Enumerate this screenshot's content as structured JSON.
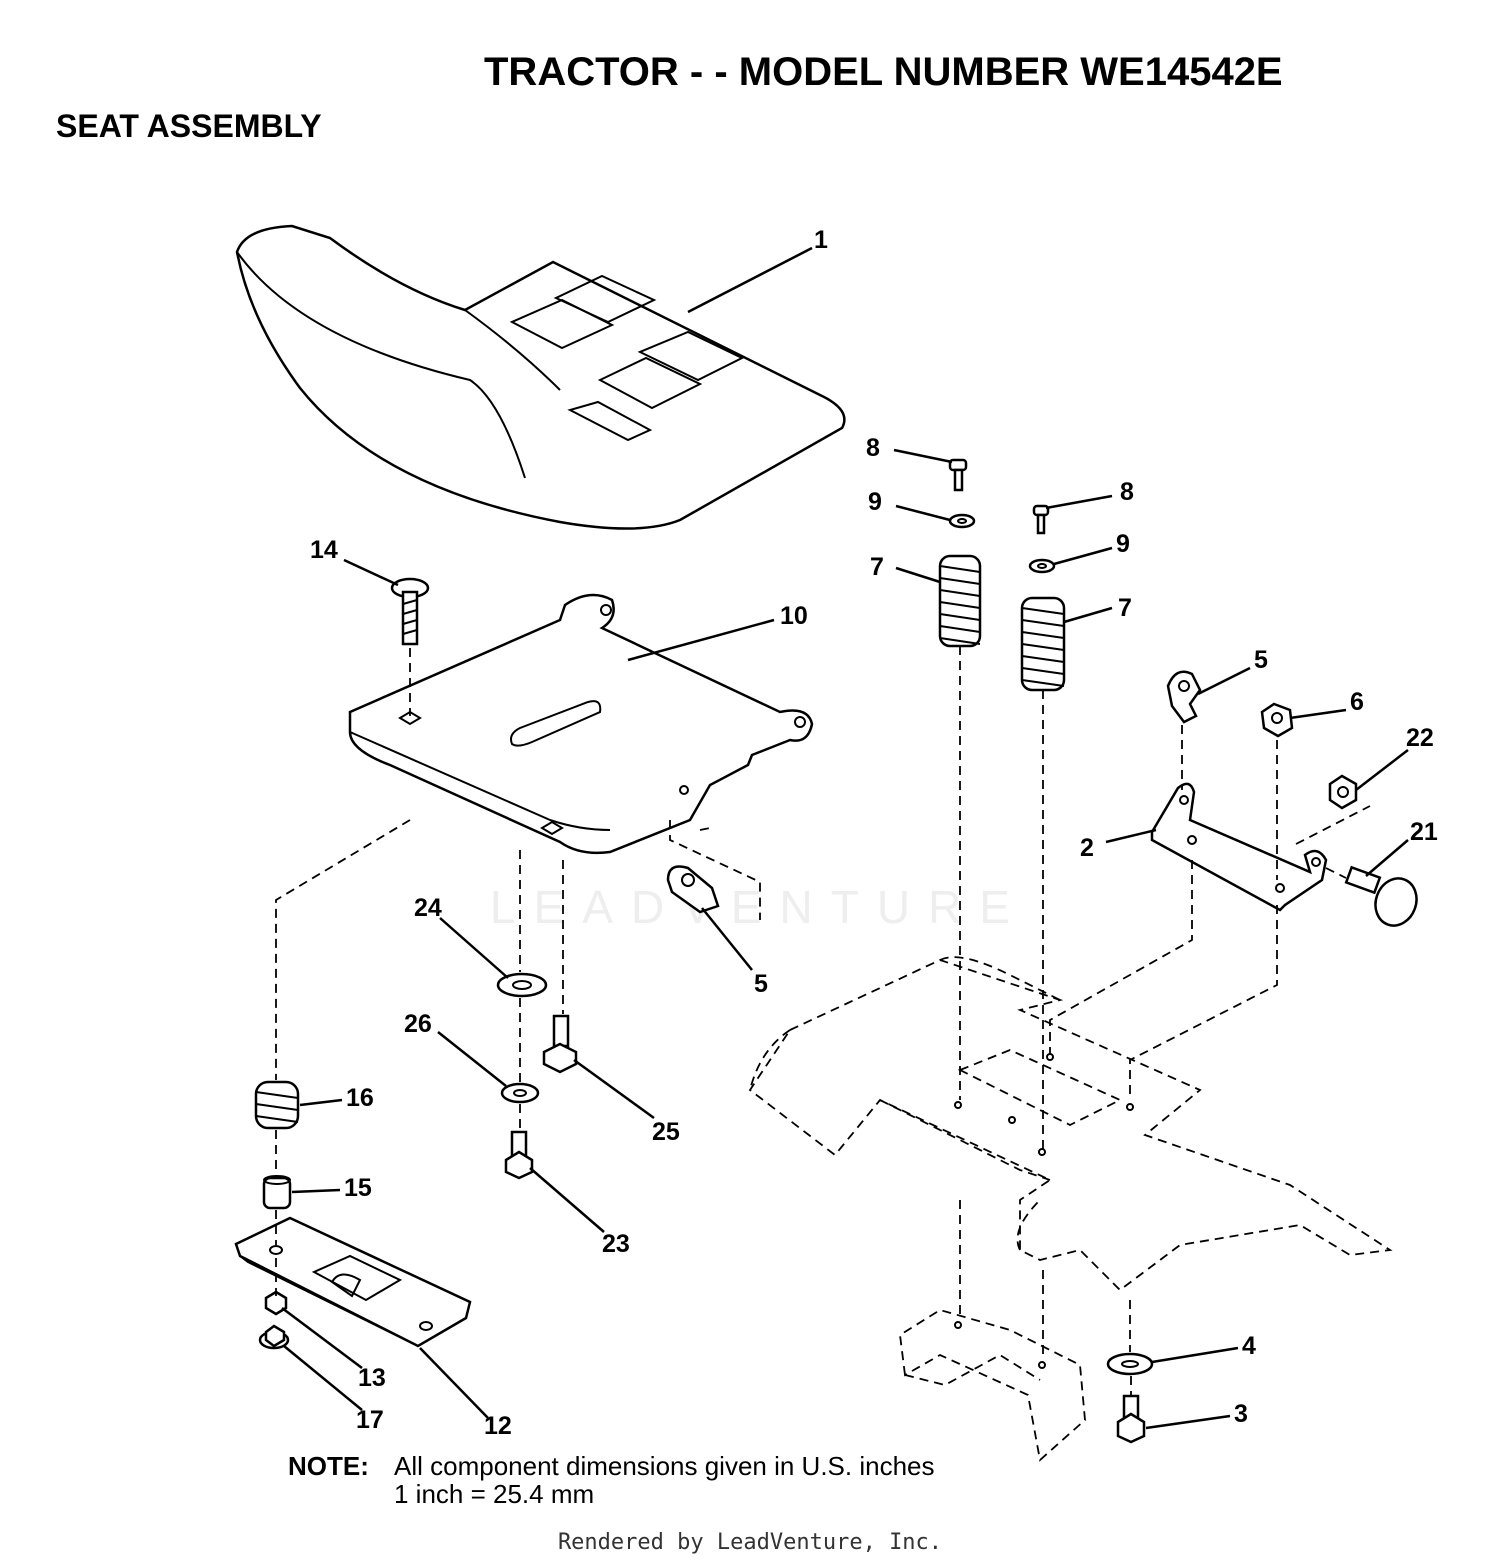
{
  "header": {
    "title": "TRACTOR - - MODEL NUMBER WE14542E",
    "subtitle": "SEAT ASSEMBLY"
  },
  "callouts": {
    "c1": "1",
    "c2": "2",
    "c3": "3",
    "c4": "4",
    "c5a": "5",
    "c5b": "5",
    "c6": "6",
    "c7a": "7",
    "c7b": "7",
    "c8a": "8",
    "c8b": "8",
    "c9a": "9",
    "c9b": "9",
    "c10": "10",
    "c12": "12",
    "c13": "13",
    "c14": "14",
    "c15": "15",
    "c16": "16",
    "c17": "17",
    "c21": "21",
    "c22": "22",
    "c23": "23",
    "c24": "24",
    "c25": "25",
    "c26": "26"
  },
  "note": {
    "label": "NOTE:",
    "line1": "All component dimensions given in U.S. inches",
    "line2": "1 inch = 25.4 mm"
  },
  "watermark": "LEADVENTURE",
  "footer": "Rendered by LeadVenture, Inc."
}
